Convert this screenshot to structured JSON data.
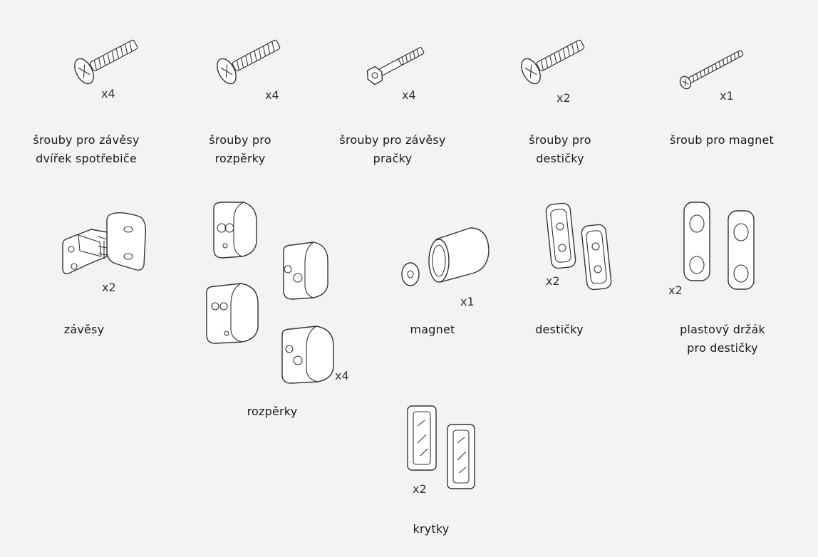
{
  "parts": [
    {
      "id": "hinge-door-screws",
      "label_lines": [
        "šrouby pro závěsy",
        "dvířek spotřebiče"
      ],
      "qty": "x4"
    },
    {
      "id": "spacer-screws",
      "label_lines": [
        "šrouby pro",
        "rozpěrky"
      ],
      "qty": "x4"
    },
    {
      "id": "washer-hinge-screws",
      "label_lines": [
        "šrouby pro závěsy",
        "pračky"
      ],
      "qty": "x4"
    },
    {
      "id": "plate-screws",
      "label_lines": [
        "šrouby pro",
        "destičky"
      ],
      "qty": "x2"
    },
    {
      "id": "magnet-screw",
      "label_lines": [
        "šroub pro magnet"
      ],
      "qty": "x1"
    },
    {
      "id": "hinges",
      "label_lines": [
        "závěsy"
      ],
      "qty": "x2"
    },
    {
      "id": "spacers",
      "label_lines": [
        "rozpěrky"
      ],
      "qty": "x4"
    },
    {
      "id": "magnet",
      "label_lines": [
        "magnet"
      ],
      "qty": "x1"
    },
    {
      "id": "plates",
      "label_lines": [
        "destičky"
      ],
      "qty": "x2"
    },
    {
      "id": "plastic-holder",
      "label_lines": [
        "plastový držák",
        "pro destičky"
      ],
      "qty": "x2"
    },
    {
      "id": "covers",
      "label_lines": [
        "krytky"
      ],
      "qty": "x2"
    }
  ]
}
